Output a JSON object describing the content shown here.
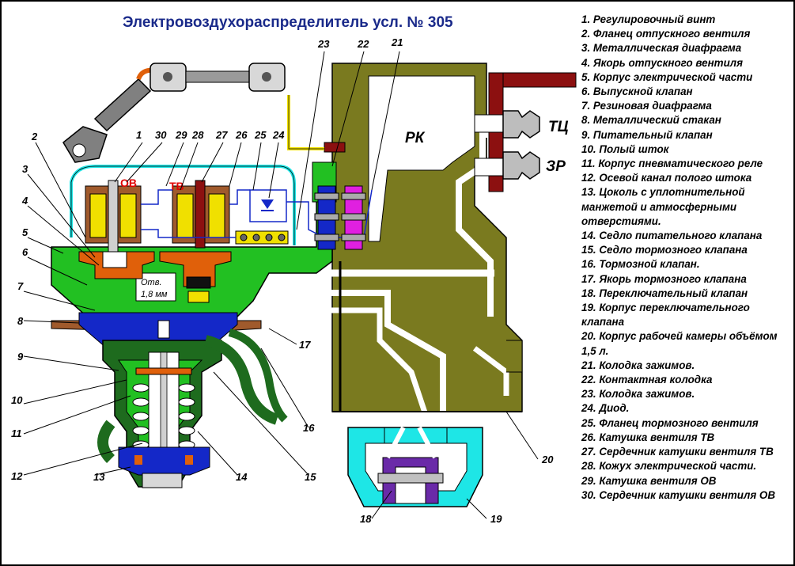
{
  "title": "Электровоздухораспределитель усл. № 305",
  "legend": [
    "1. Регулировочный винт",
    "2. Фланец отпускного вентиля",
    "3.  Металлическая диафрагма",
    "4. Якорь отпускного вентиля",
    "5. Корпус электрической части",
    "6.  Выпускной клапан",
    "7. Резиновая диафрагма",
    "8.  Металлический стакан",
    "9.  Питательный клапан",
    "10.  Полый шток",
    "11. Корпус пневматического реле",
    "12. Осевой канал полого штока",
    "13. Цоколь с уплотнительной манжетой и атмосферными отверстиями.",
    "14. Седло питательного клапана",
    "15. Седло тормозного клапана",
    "16. Тормозной клапан.",
    "17. Якорь тормозного клапана",
    "18. Переключательный клапан",
    "19. Корпус переключательного клапана",
    "20. Корпус рабочей камеры объёмом 1,5 л.",
    "21. Колодка зажимов.",
    "22. Контактная колодка",
    "23. Колодка зажимов.",
    "24. Диод.",
    "25. Фланец тормозного вентиля",
    "26.  Катушка вентиля ТВ",
    "27. Сердечник катушки вентиля ТВ",
    "28. Кожух электрической части.",
    "29. Катушка вентиля ОВ",
    "30. Сердечник катушки вентиля ОВ"
  ],
  "labels": {
    "rk": "РК",
    "tc": "ТЦ",
    "zr": "ЗР",
    "ov": "ОВ",
    "tv": "ТВ",
    "otv1": "Отв.",
    "otv2": "1,8 мм"
  },
  "callouts": {
    "n1": "1",
    "n2": "2",
    "n3": "3",
    "n4": "4",
    "n5": "5",
    "n6": "6",
    "n7": "7",
    "n8": "8",
    "n9": "9",
    "n10": "10",
    "n11": "11",
    "n12": "12",
    "n13": "13",
    "n14": "14",
    "n15": "15",
    "n16": "16",
    "n17": "17",
    "n18": "18",
    "n19": "19",
    "n20": "20",
    "n21": "21",
    "n22": "22",
    "n23": "23",
    "n24": "24",
    "n25": "25",
    "n26": "26",
    "n27": "27",
    "n28": "28",
    "n29": "29",
    "n30": "30"
  },
  "colors": {
    "olive": "#7a7a1f",
    "green": "#22c022",
    "darkgreen": "#1e6b1e",
    "cyan": "#1ee6e6",
    "blue": "#1428c8",
    "orange": "#e0600a",
    "brown": "#a05a2c",
    "darkred": "#8c1010",
    "yellow": "#f0e000",
    "magenta": "#e020e0",
    "purple": "#6a2aa8",
    "title": "#1a2a8a"
  }
}
